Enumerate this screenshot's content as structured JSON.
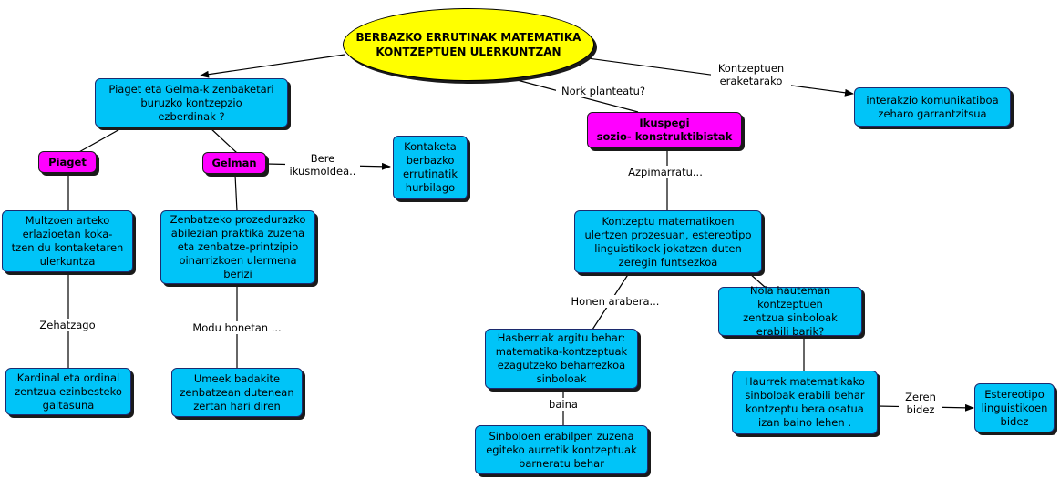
{
  "root": {
    "text": "BERBAZKO ERRUTINAK MATEMATIKA\nKONTZEPTUEN ULERKUNTZAN"
  },
  "nodes": {
    "piaget_gelman_q": "Piaget eta Gelma-k zenbaketari\nburuzko kontzepzio\nezberdinak ?",
    "piaget": "Piaget",
    "gelman": "Gelman",
    "kontaketa": "Kontaketa\nberbazko\nerrutinatik\nhurbilago",
    "multzoen": "Multzoen arteko\nerlazioetan koka-\ntzen du kontaketaren\nulerkuntza",
    "kardinal": "Kardinal eta ordinal\nzentzua ezinbesteko\ngaitasuna",
    "zenbatzeko": "Zenbatzeko prozedurazko\nabilezian praktika zuzena\neta zenbatze-printzipio\noinarrizkoen ulermena\nberizi",
    "umeek": "Umeek badakite\nzenbatzean dutenean\nzertan hari diren",
    "ikuspegi": "Ikuspegi\nsozio- konstruktibistak",
    "interakzio": "interakzio komunikatiboa\nzeharo garrantzitsua",
    "kontzeptu_mat": "Kontzeptu matematikoen\nulertzen prozesuan, estereotipo\nlinguistikoek jokatzen duten\nzeregin funtsezkoa",
    "hasberriak": "Hasberriak argitu behar:\nmatematika-kontzeptuak\nezagutzeko beharrezkoa\nsinboloak",
    "nola": "Nola hauteman kontzeptuen\nzentzua sinboloak\nerabili barik?",
    "sinboloen": "Sinboloen erabilpen zuzena\negiteko aurretik kontzeptuak\nbarneratu behar",
    "haurrek": "Haurrek matematikako\nsinboloak erabili behar\nkontzeptu bera osatua\nizan baino lehen .",
    "estereotipo": "Estereotipo\nlinguistikoen\nbidez"
  },
  "labels": {
    "bere": "Bere\nikusmoldea..",
    "zehatzago": "Zehatzago",
    "modu": "Modu honetan ...",
    "nork": "Nork planteatu?",
    "kontzeptuen_eraketa": "Kontzeptuen\neraketarako",
    "azpimarratu": "Azpimarratu...",
    "honen": "Honen arabera...",
    "baina": "baina",
    "zeren": "Zeren\nbidez"
  },
  "colors": {
    "root_fill": "#ffff00",
    "node_fill": "#00c4f8",
    "highlight_fill": "#ff00ff",
    "line": "#000000"
  }
}
